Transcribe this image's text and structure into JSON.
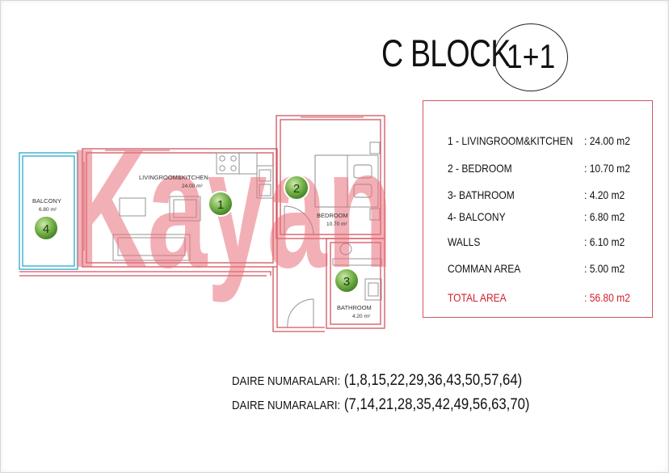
{
  "title": "C BLOCK",
  "unit_type": "1+1",
  "legend": [
    {
      "label": "1 - LIVINGROOM&KITCHEN",
      "value": ": 24.00 m2"
    },
    {
      "label": "2 - BEDROOM",
      "value": ": 10.70 m2"
    },
    {
      "label": "3- BATHROOM",
      "value": ": 4.20 m2"
    },
    {
      "label": "4- BALCONY",
      "value": ": 6.80 m2"
    },
    {
      "label": "WALLS",
      "value": ": 6.10 m2"
    },
    {
      "label": "COMMAN AREA",
      "value": ": 5.00 m2"
    },
    {
      "label": "TOTAL AREA",
      "value": ": 56.80 m2"
    }
  ],
  "rooms": {
    "living": {
      "name": "LIVINGROOM&KITCHEN",
      "area": "24.00 m²",
      "marker": "1"
    },
    "bedroom": {
      "name": "BEDROOM",
      "area": "10.70 m²",
      "marker": "2"
    },
    "bathroom": {
      "name": "BATHROOM",
      "area": "4.20 m²",
      "marker": "3"
    },
    "balcony": {
      "name": "BALCONY",
      "area": "6.80 m²",
      "marker": "4"
    }
  },
  "apartment_numbers": [
    {
      "label": "DAIRE NUMARALARI:",
      "values": "(1,8,15,22,29,36,43,50,57,64)"
    },
    {
      "label": "DAIRE NUMARALARI:",
      "values": "(7,14,21,28,35,42,49,56,63,70)"
    }
  ],
  "watermark": "Kayan",
  "colors": {
    "wall": "#d3555e",
    "balcony": "#2aa7c8",
    "marker": "#5a9c32",
    "total": "#d0202e",
    "watermark": "#e8707a"
  }
}
